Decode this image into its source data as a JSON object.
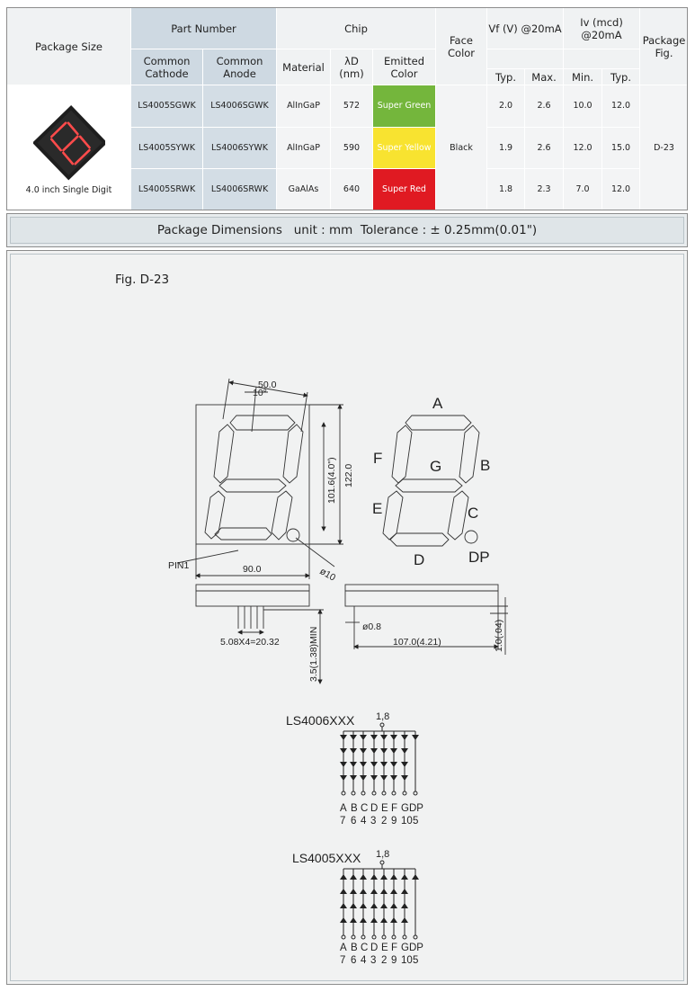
{
  "table": {
    "headers": {
      "package_size": "Package Size",
      "part_number": "Part Number",
      "common_cathode": "Common Cathode",
      "common_anode": "Common Anode",
      "chip": "Chip",
      "material": "Material",
      "lambda": "λD (nm)",
      "emitted_color": "Emitted Color",
      "face_color": "Face Color",
      "vf": "Vf (V) @20mA",
      "iv": "Iv (mcd) @20mA",
      "package_fig": "Package Fig.",
      "vf_typ": "Typ.",
      "vf_max": "Max.",
      "iv_min": "Min.",
      "iv_typ": "Typ."
    },
    "package_caption": "4.0 inch Single Digit",
    "face_color_value": "Black",
    "package_fig_value": "D-23",
    "rows": [
      {
        "cathode": "LS4005SGWK",
        "anode": "LS4006SGWK",
        "material": "AlInGaP",
        "wavelength": "572",
        "color_name": "Super Green",
        "vf_typ": "2.0",
        "vf_max": "2.6",
        "iv_min": "10.0",
        "iv_typ": "12.0"
      },
      {
        "cathode": "LS4005SYWK",
        "anode": "LS4006SYWK",
        "material": "AlInGaP",
        "wavelength": "590",
        "color_name": "Super Yellow",
        "vf_typ": "1.9",
        "vf_max": "2.6",
        "iv_min": "12.0",
        "iv_typ": "15.0"
      },
      {
        "cathode": "LS4005SRWK",
        "anode": "LS4006SRWK",
        "material": "GaAlAs",
        "wavelength": "640",
        "color_name": "Super Red",
        "vf_typ": "1.8",
        "vf_max": "2.3",
        "iv_min": "7.0",
        "iv_typ": "12.0"
      }
    ],
    "colors": {
      "green": "#74b63c",
      "yellow": "#f8e330",
      "red": "#e01a22",
      "header_blue": "#ced9e2"
    }
  },
  "dimensions_title": "Package Dimensions   unit : mm  Tolerance : ± 0.25mm(0.01\")",
  "figure": {
    "label": "Fig. D-23",
    "dims": {
      "top_width": "50.0",
      "top_offset": "10°",
      "height_digit": "101.6(4.0\")",
      "height_total": "122.0",
      "width": "90.0",
      "pin1": "PIN1",
      "dp_dia": "ø10",
      "pin_pitch": "5.08X4=20.32",
      "pin_len": "3.5(1.38)MIN",
      "pin_dia": "ø0.8",
      "depth": "107.0(4.21)",
      "thickness": "1.0(.04)"
    },
    "segments": {
      "a": "A",
      "b": "B",
      "c": "C",
      "d": "D",
      "e": "E",
      "f": "F",
      "g": "G",
      "dp": "DP"
    },
    "circuits": [
      {
        "title": "LS4006XXX",
        "common_pins": "1,8",
        "seg_labels": [
          "A",
          "B",
          "C",
          "D",
          "E",
          "F",
          "G",
          "DP"
        ],
        "pin_numbers": [
          "7",
          "6",
          "4",
          "3",
          "2",
          "9",
          "10",
          "5"
        ]
      },
      {
        "title": "LS4005XXX",
        "common_pins": "1,8",
        "seg_labels": [
          "A",
          "B",
          "C",
          "D",
          "E",
          "F",
          "G",
          "DP"
        ],
        "pin_numbers": [
          "7",
          "6",
          "4",
          "3",
          "2",
          "9",
          "10",
          "5"
        ]
      }
    ]
  }
}
